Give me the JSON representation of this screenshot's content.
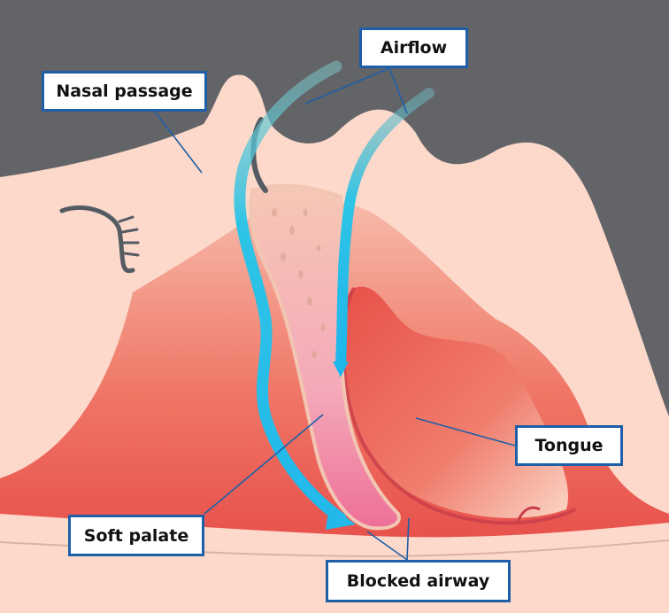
{
  "labels": {
    "nasal_passage": "Nasal passage",
    "airflow": "Airflow",
    "tongue": "Tongue",
    "soft_palate": "Soft palate",
    "blocked_airway": "Blocked airway"
  },
  "colors": {
    "background": "#636467",
    "skin": "#fcd9cb",
    "tissue_red": "#e8423f",
    "airflow_cyan": "#2ec4e6",
    "label_border": "#1f5fa8",
    "leader_line": "#1f5fa8"
  }
}
